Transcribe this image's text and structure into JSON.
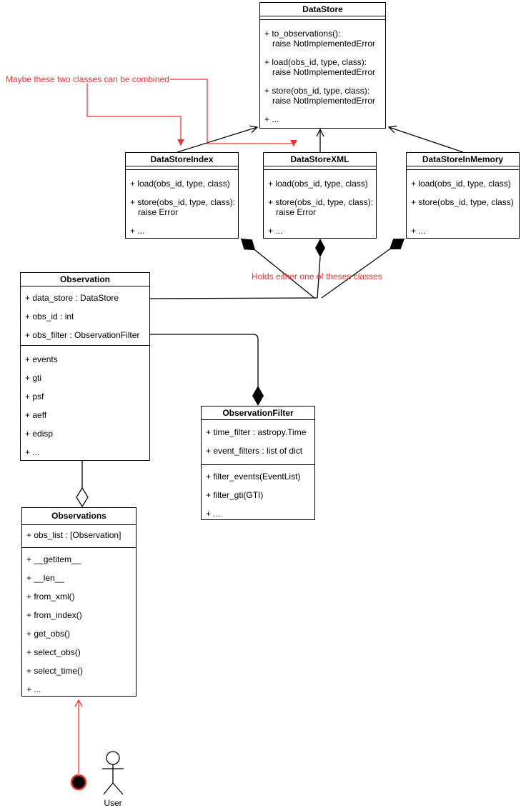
{
  "annotations": {
    "combine_note": "Maybe these two classes can be combined",
    "holds_note": "Holds either one of theses classes"
  },
  "actor": {
    "label": "User"
  },
  "colors": {
    "annotation_red": "#ee3333",
    "line_black": "#000000"
  },
  "classes": {
    "datastore": {
      "title": "DataStore",
      "methods": [
        {
          "sig": "+ to_observations():",
          "body": "raise NotImplementedError"
        },
        {
          "sig": "+ load(obs_id, type, class):",
          "body": "raise NotImplementedError"
        },
        {
          "sig": "+ store(obs_id, type, class):",
          "body": "raise NotImplementedError"
        },
        {
          "sig": "+ ..."
        }
      ]
    },
    "datastore_index": {
      "title": "DataStoreIndex",
      "methods": [
        {
          "sig": "+ load(obs_id, type, class)"
        },
        {
          "sig": "+ store(obs_id, type, class):",
          "body": "raise Error"
        },
        {
          "sig": "+ ..."
        }
      ]
    },
    "datastore_xml": {
      "title": "DataStoreXML",
      "methods": [
        {
          "sig": "+ load(obs_id, type, class)"
        },
        {
          "sig": "+ store(obs_id, type, class):",
          "body": "raise Error"
        },
        {
          "sig": "+ ..."
        }
      ]
    },
    "datastore_inmemory": {
      "title": "DataStoreInMemory",
      "methods": [
        {
          "sig": "+ load(obs_id, type, class)"
        },
        {
          "sig": "+ store(obs_id, type, class)"
        },
        {
          "sig": "+ ..."
        }
      ]
    },
    "observation": {
      "title": "Observation",
      "attributes": [
        "+ data_store : DataStore",
        "+ obs_id : int",
        "+ obs_filter : ObservationFilter"
      ],
      "members": [
        "+ events",
        "+ gti",
        "+ psf",
        "+ aeff",
        "+ edisp",
        "+ ..."
      ]
    },
    "observation_filter": {
      "title": "ObservationFilter",
      "attributes": [
        "+ time_filter : astropy.Time",
        "+ event_filters : list of dict"
      ],
      "methods": [
        "+ filter_events(EventList)",
        "+ filter_gti(GTI)",
        "+ ..."
      ]
    },
    "observations": {
      "title": "Observations",
      "attributes": [
        "+ obs_list : [Observation]"
      ],
      "methods": [
        "+ __getitem__",
        "+ __len__",
        "+ from_xml()",
        "+ from_index()",
        "+ get_obs()",
        "+ select_obs()",
        "+ select_time()",
        "+ ..."
      ]
    }
  }
}
